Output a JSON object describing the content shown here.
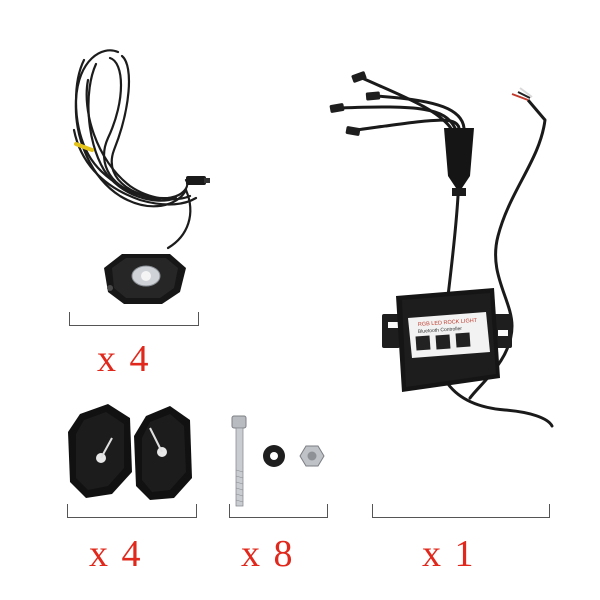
{
  "product": {
    "controller_label_line1": "RGB LED ROCK LIGHT",
    "controller_label_line2": "Bluetooth Controller"
  },
  "quantities": {
    "rock_light": "x 4",
    "mounting_bracket": "x 4",
    "screw_set": "x 8",
    "controller": "x 1"
  },
  "colors": {
    "quantity_text": "#e0281c",
    "hardware_black": "#141414",
    "cable": "#1a1a1a",
    "background": "#ffffff"
  }
}
